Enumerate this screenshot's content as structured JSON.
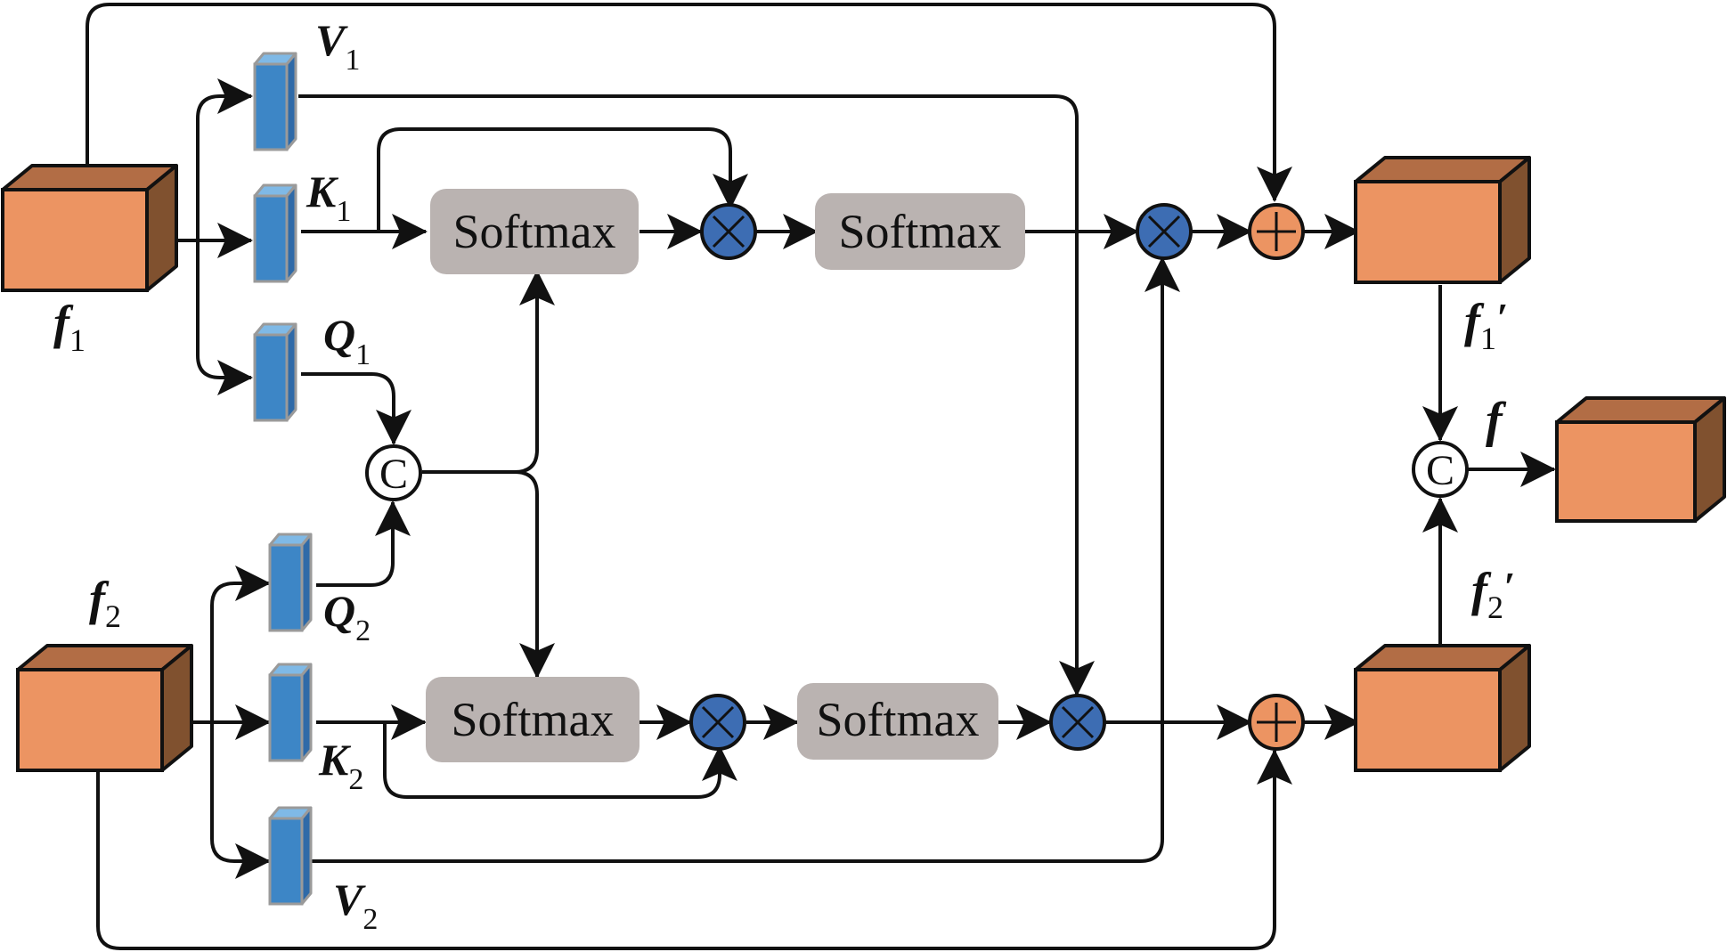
{
  "features": {
    "f1": {
      "main": "f",
      "sub": "1"
    },
    "f2": {
      "main": "f",
      "sub": "2"
    },
    "f1p": {
      "main": "f",
      "sub": "1",
      "prime": "′"
    },
    "f2p": {
      "main": "f",
      "sub": "2",
      "prime": "′"
    },
    "f": {
      "main": "f"
    }
  },
  "vectors": {
    "V1": {
      "main": "V",
      "sub": "1"
    },
    "K1": {
      "main": "K",
      "sub": "1"
    },
    "Q1": {
      "main": "Q",
      "sub": "1"
    },
    "Q2": {
      "main": "Q",
      "sub": "2"
    },
    "K2": {
      "main": "K",
      "sub": "2"
    },
    "V2": {
      "main": "V",
      "sub": "2"
    }
  },
  "blocks": {
    "softmax_top_1": "Softmax",
    "softmax_top_2": "Softmax",
    "softmax_bot_1": "Softmax",
    "softmax_bot_2": "Softmax"
  },
  "operators": {
    "concat_label": "C"
  },
  "colors": {
    "cube_front": "#ec9462",
    "cube_top": "#b26d45",
    "cube_side": "#80512f",
    "vector_blue": "#3d86c6",
    "vector_edge": "#9a9a9a",
    "softmax_fill": "#bab3b1",
    "multiply_fill": "#3d6db3",
    "add_fill": "#ec9462",
    "line": "#111111"
  }
}
